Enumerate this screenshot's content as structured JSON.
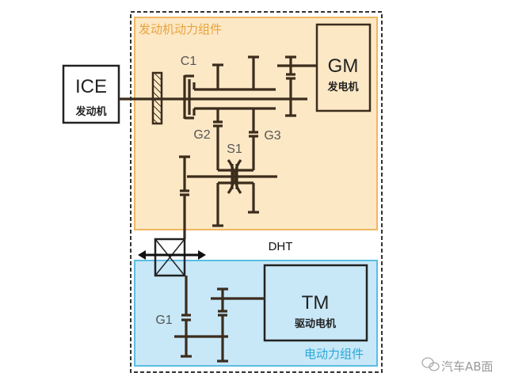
{
  "title": "DHT",
  "engine_group": {
    "label": "发动机动力组件",
    "color": "#e8a33a"
  },
  "electric_group": {
    "label": "电动力组件",
    "color": "#29a8d8"
  },
  "ice": {
    "name": "ICE",
    "sub": "发动机"
  },
  "gm": {
    "name": "GM",
    "sub": "发电机"
  },
  "tm": {
    "name": "TM",
    "sub": "驱动电机"
  },
  "labels": {
    "c1": "C1",
    "g1": "G1",
    "g2": "G2",
    "g3": "G3",
    "s1": "S1"
  },
  "watermark": "汽车AB面"
}
